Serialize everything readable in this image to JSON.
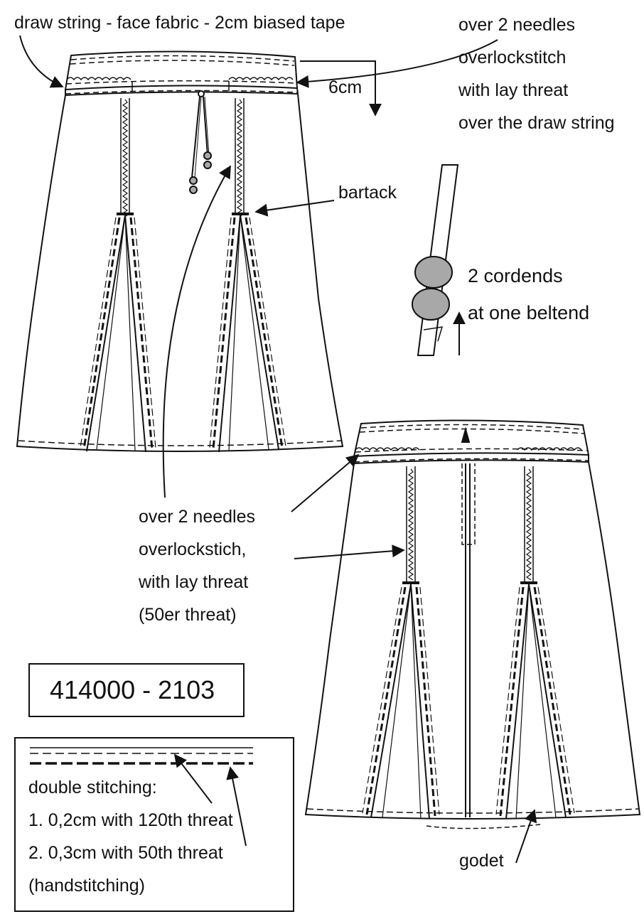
{
  "style_number": "414000 - 2103",
  "annotations": {
    "drawstring": "draw string - face fabric - 2cm biased tape",
    "overlock_top": [
      "over 2 needles",
      "overlockstitch",
      "with lay threat",
      "over the draw string"
    ],
    "waist_height": "6cm",
    "bartack": "bartack",
    "cordends": [
      "2 cordends",
      "at one beltend"
    ],
    "overlock_mid": [
      "over 2 needles",
      "overlockstich,",
      "with lay threat",
      "(50er threat)"
    ],
    "godet": "godet"
  },
  "legend": {
    "title": "double stitching:",
    "items": [
      "1. 0,2cm with 120th threat",
      "2. 0,3cm with 50th threat"
    ],
    "note": "(handstitching)"
  },
  "colors": {
    "line": "#111111",
    "cordend_fill": "#a8a8a8",
    "background": "#ffffff"
  }
}
